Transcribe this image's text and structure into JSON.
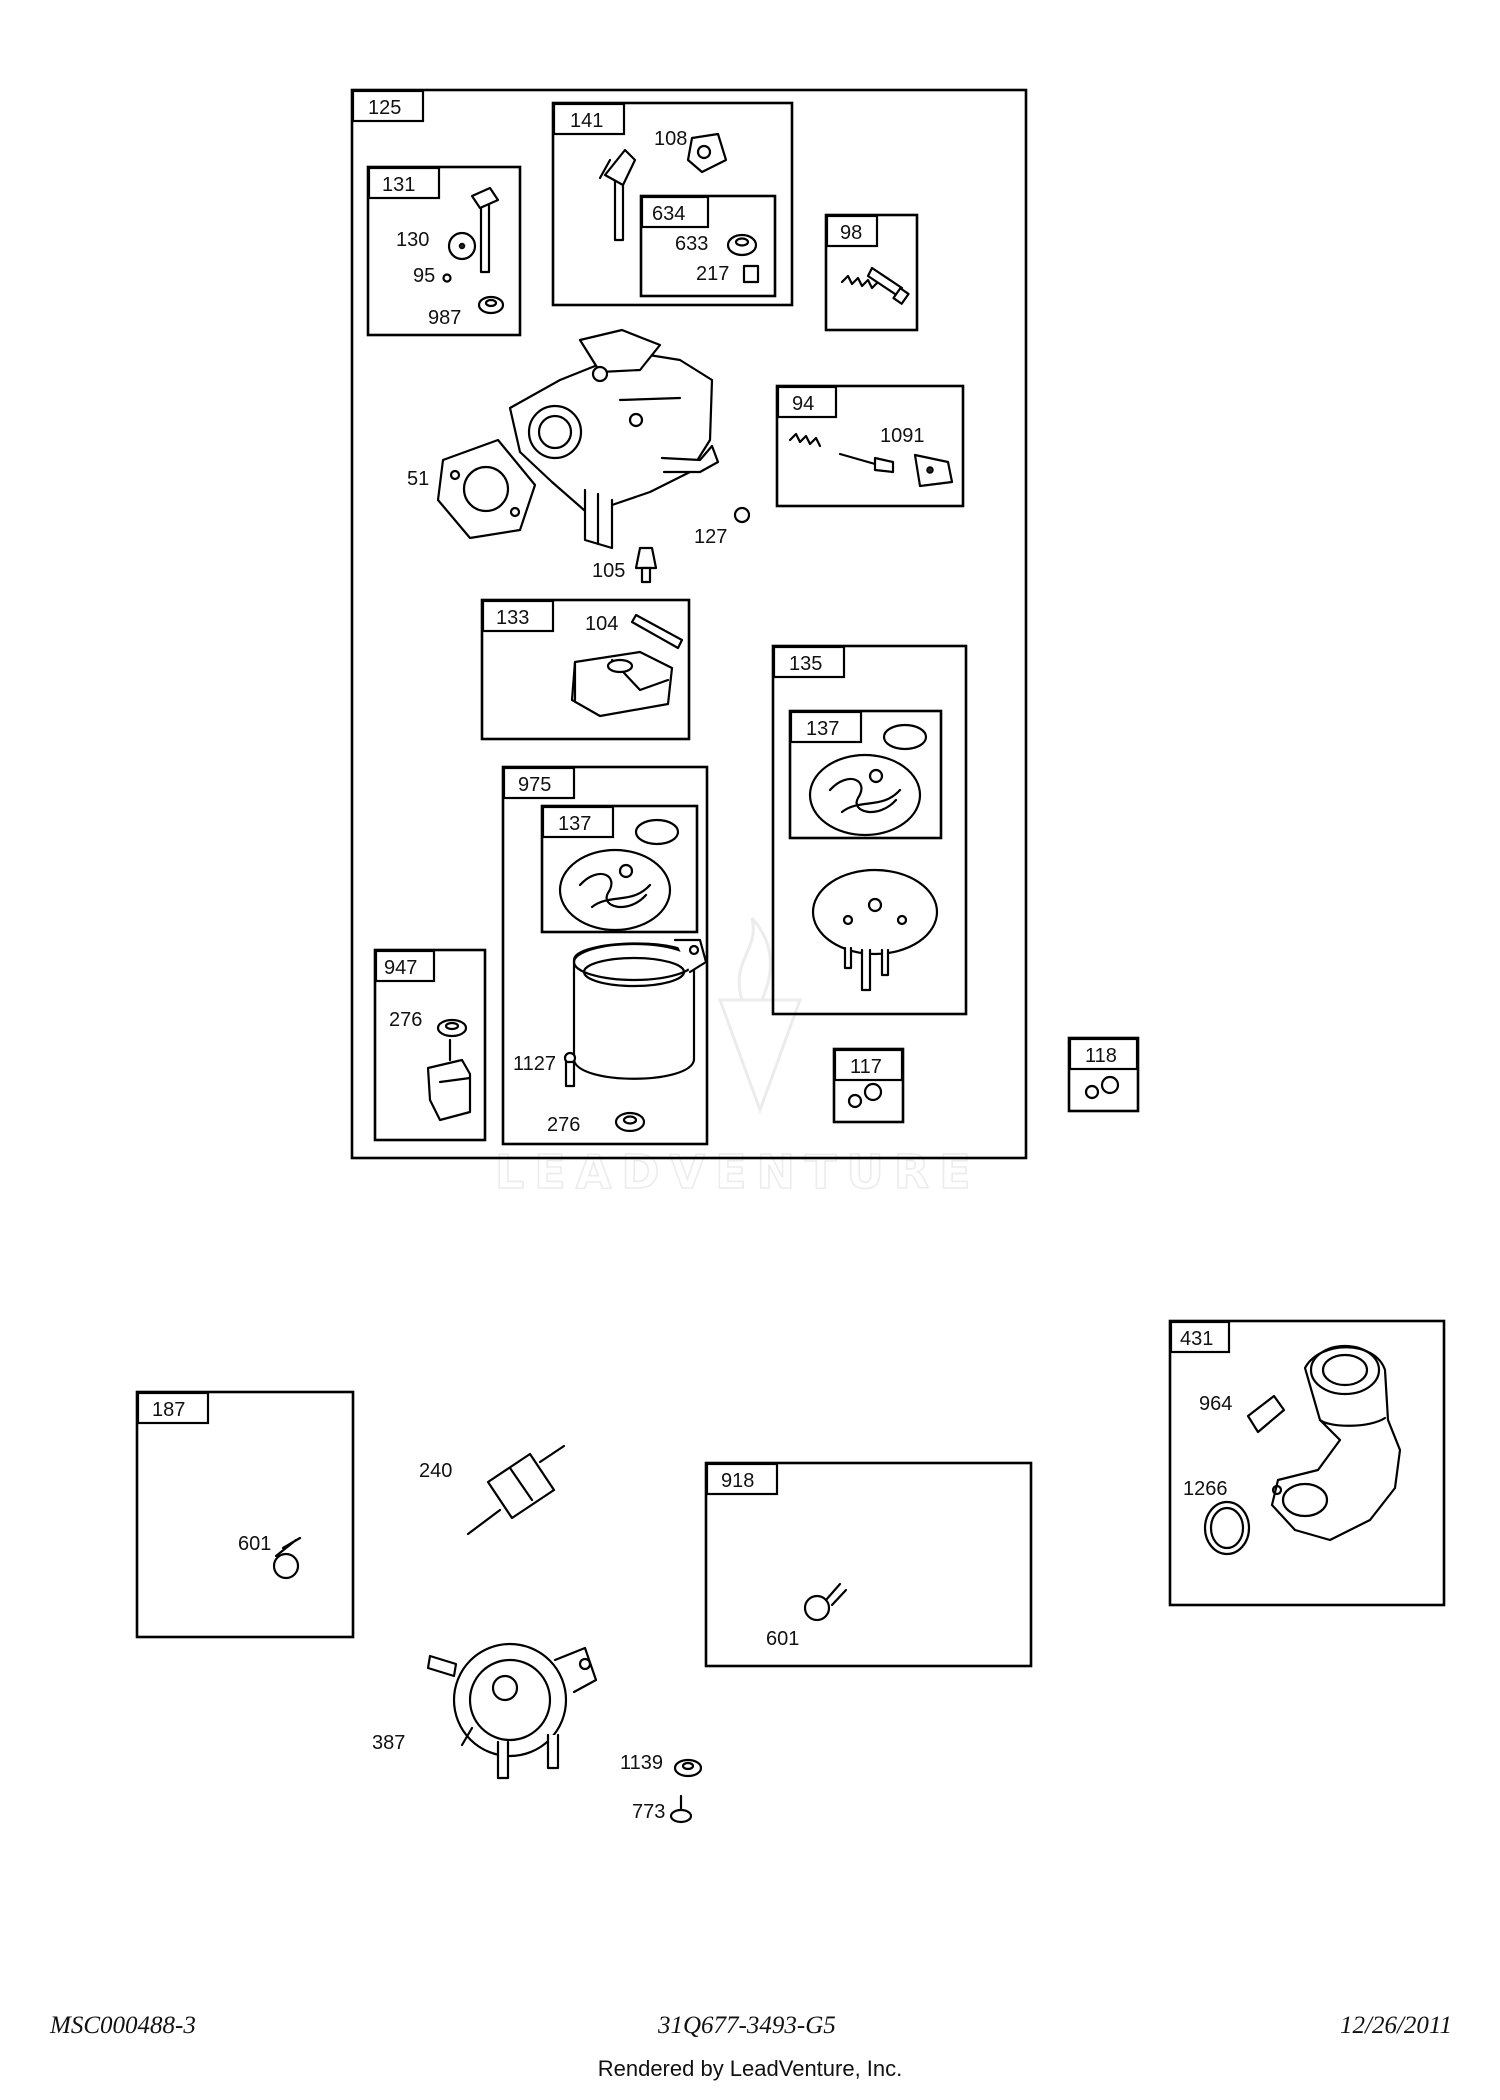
{
  "watermark": {
    "text": "LEADVENTURE"
  },
  "boxes": [
    {
      "id": "box-125",
      "number": "125"
    },
    {
      "id": "box-131",
      "number": "131"
    },
    {
      "id": "box-141",
      "number": "141"
    },
    {
      "id": "box-634",
      "number": "634"
    },
    {
      "id": "box-98",
      "number": "98"
    },
    {
      "id": "box-94",
      "number": "94"
    },
    {
      "id": "box-133",
      "number": "133"
    },
    {
      "id": "box-135",
      "number": "135"
    },
    {
      "id": "box-137a",
      "number": "137"
    },
    {
      "id": "box-975",
      "number": "975"
    },
    {
      "id": "box-137b",
      "number": "137"
    },
    {
      "id": "box-947",
      "number": "947"
    },
    {
      "id": "box-117",
      "number": "117"
    },
    {
      "id": "box-118",
      "number": "118"
    },
    {
      "id": "box-187",
      "number": "187"
    },
    {
      "id": "box-918",
      "number": "918"
    },
    {
      "id": "box-431",
      "number": "431"
    }
  ],
  "callouts": [
    {
      "id": "c-130",
      "number": "130"
    },
    {
      "id": "c-95",
      "number": "95"
    },
    {
      "id": "c-987",
      "number": "987"
    },
    {
      "id": "c-108",
      "number": "108"
    },
    {
      "id": "c-633",
      "number": "633"
    },
    {
      "id": "c-217",
      "number": "217"
    },
    {
      "id": "c-1091",
      "number": "1091"
    },
    {
      "id": "c-51",
      "number": "51"
    },
    {
      "id": "c-105",
      "number": "105"
    },
    {
      "id": "c-127",
      "number": "127"
    },
    {
      "id": "c-104",
      "number": "104"
    },
    {
      "id": "c-276a",
      "number": "276"
    },
    {
      "id": "c-1127",
      "number": "1127"
    },
    {
      "id": "c-276b",
      "number": "276"
    },
    {
      "id": "c-601a",
      "number": "601"
    },
    {
      "id": "c-240",
      "number": "240"
    },
    {
      "id": "c-387",
      "number": "387"
    },
    {
      "id": "c-1139",
      "number": "1139"
    },
    {
      "id": "c-773",
      "number": "773"
    },
    {
      "id": "c-601b",
      "number": "601"
    },
    {
      "id": "c-964",
      "number": "964"
    },
    {
      "id": "c-1266",
      "number": "1266"
    }
  ],
  "footer": {
    "doc_code": "MSC000488-3",
    "model": "31Q677-3493-G5",
    "date": "12/26/2011",
    "rendered_by": "Rendered by LeadVenture, Inc."
  }
}
